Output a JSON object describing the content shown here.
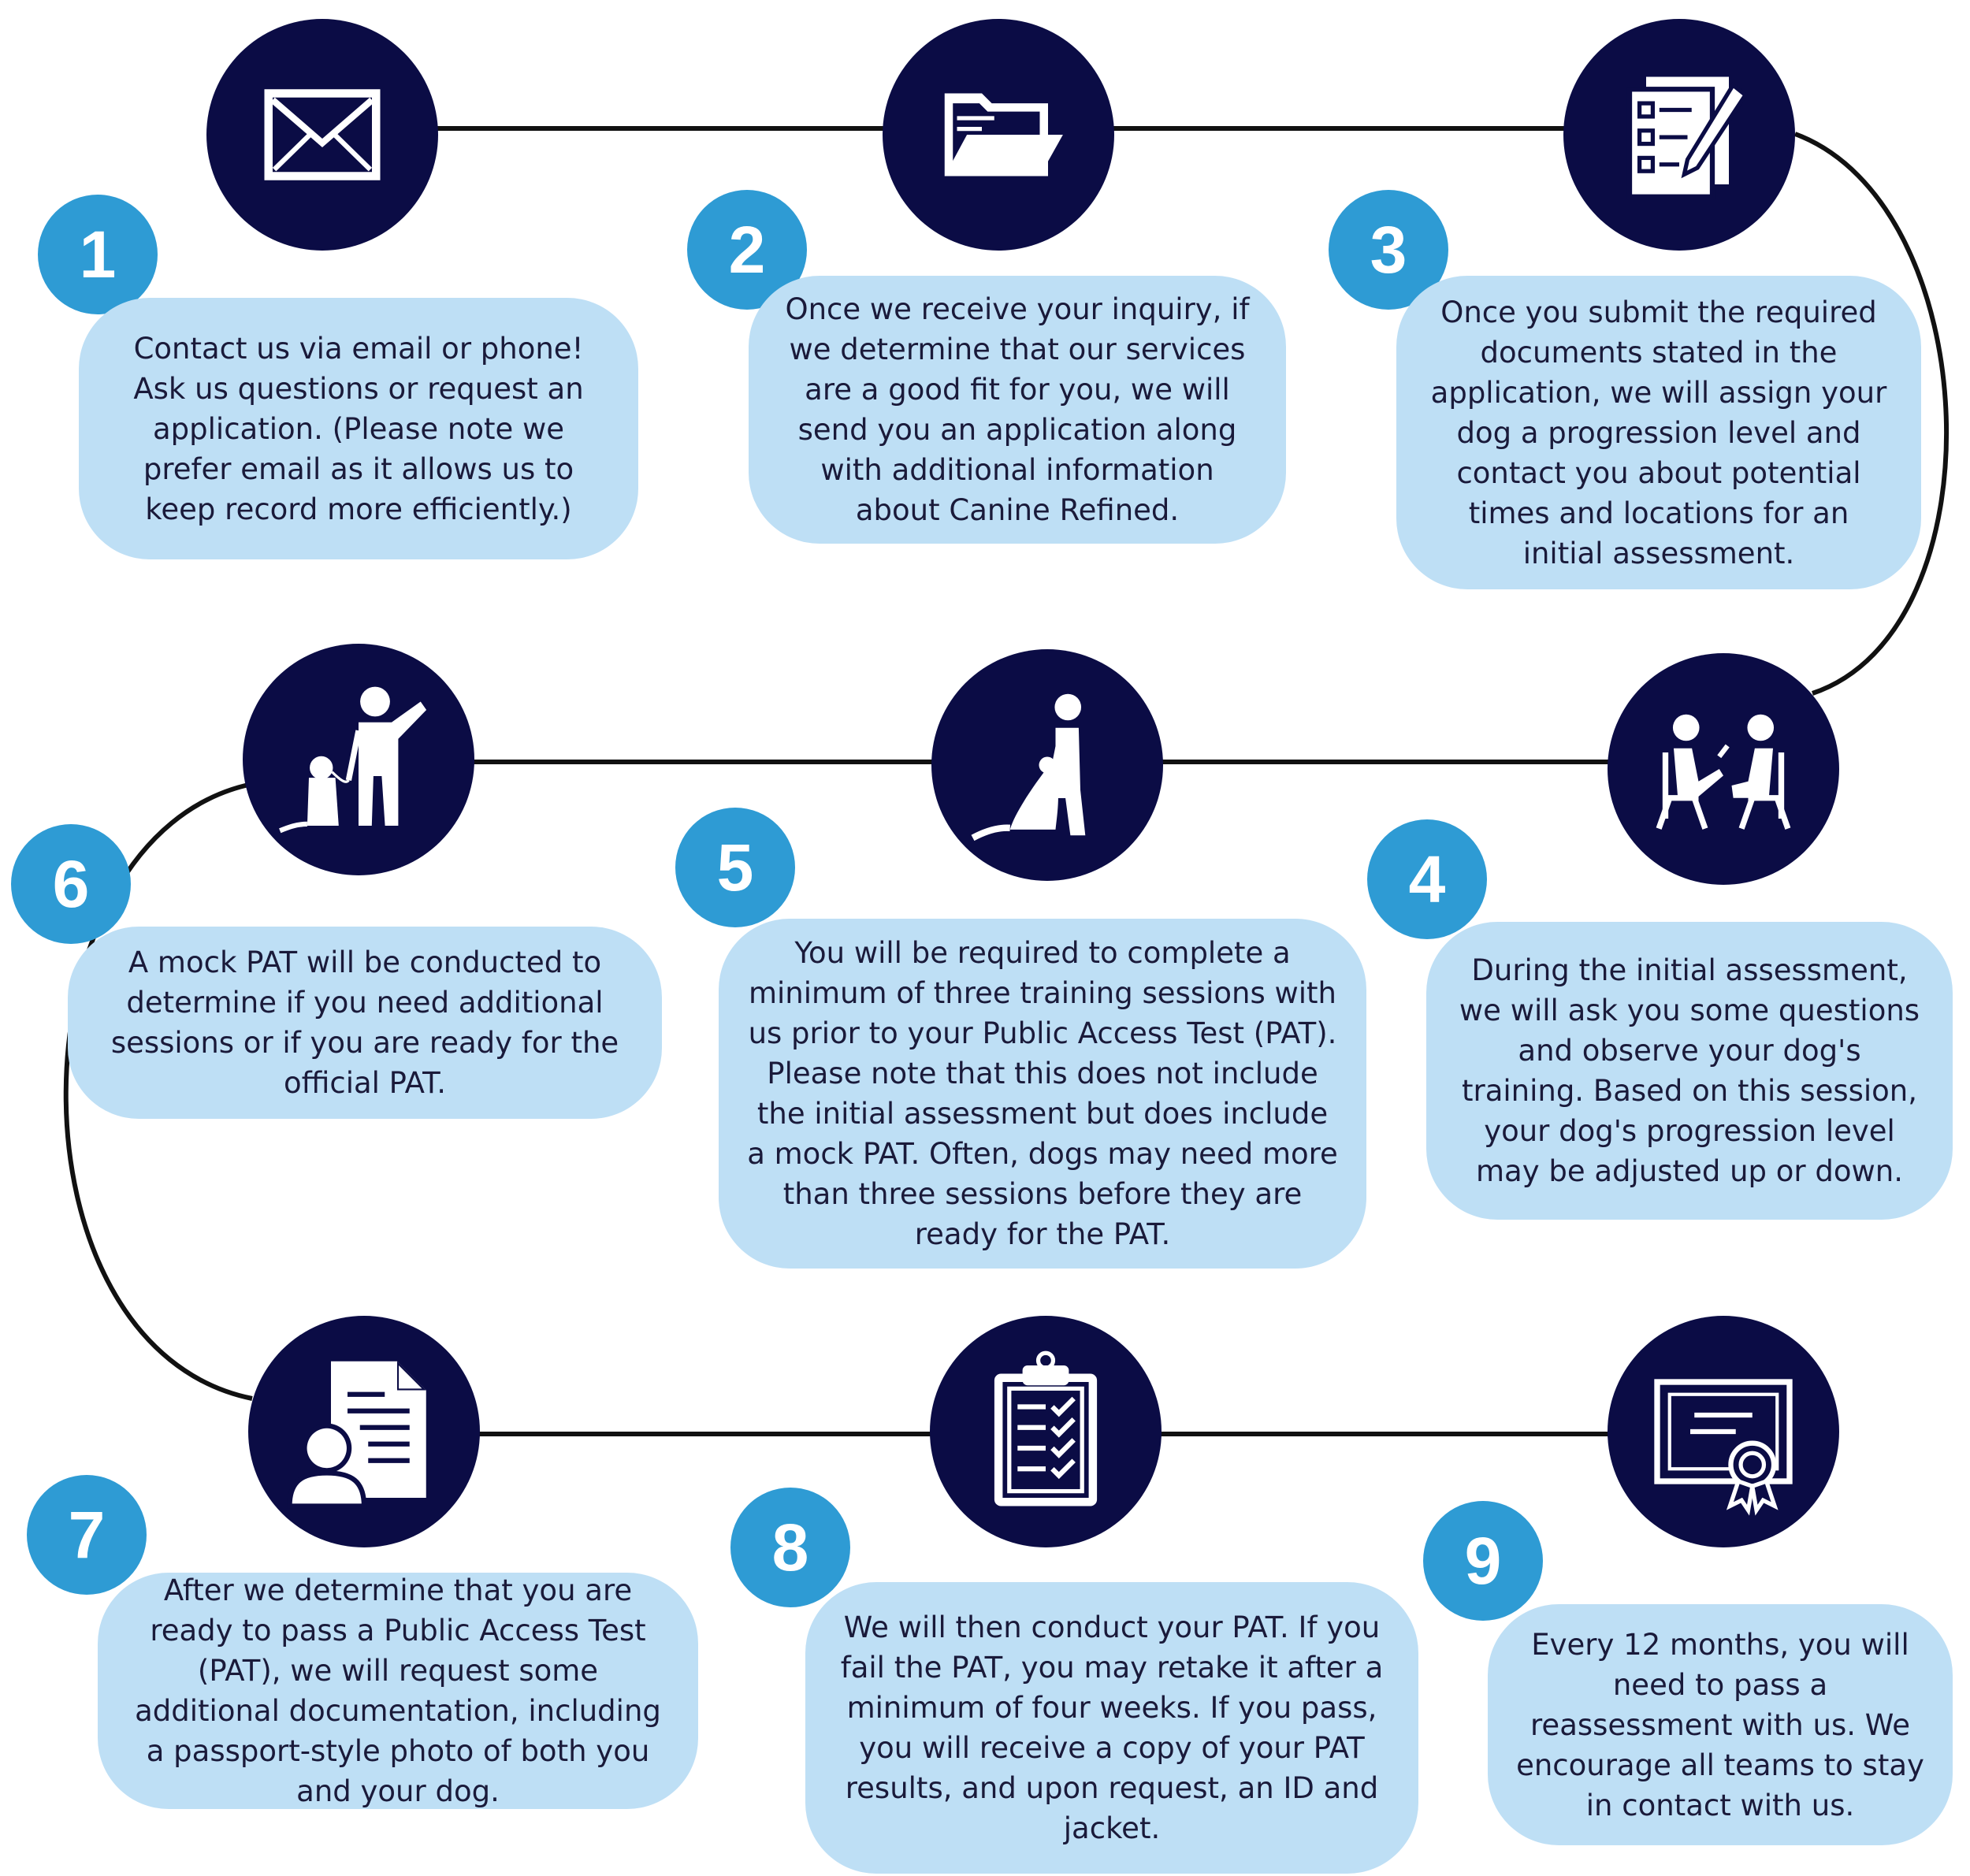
{
  "colors": {
    "icon_bg": "#0b0c45",
    "badge_bg": "#2e9bd4",
    "box_bg": "#bedff5",
    "line": "#111111"
  },
  "steps": [
    {
      "number": "1",
      "icon": "envelope-icon",
      "text": "Contact us via email or phone! Ask us questions or request an application. (Please note we prefer email as it allows us to keep record more efficiently.)"
    },
    {
      "number": "2",
      "icon": "folder-icon",
      "text": "Once we receive your inquiry, if we determine that our services are a good fit for you, we will send you an application along with additional information about Canine Refined."
    },
    {
      "number": "3",
      "icon": "checklist-pencil-icon",
      "text": "Once you submit the required documents stated in the application, we will assign your dog a progression level and contact you about potential times and locations for an initial assessment."
    },
    {
      "number": "4",
      "icon": "interview-icon",
      "text": "During the initial assessment, we will ask you some questions and observe your dog's training. Based on this session, your dog's progression level may be adjusted up or down."
    },
    {
      "number": "5",
      "icon": "dog-training-icon",
      "text": "You will be required to complete a minimum of three training sessions with us prior to your Public Access Test (PAT). Please note that this does not include the initial assessment but does include a mock PAT. Often, dogs may need more than three sessions before they are ready for the PAT."
    },
    {
      "number": "6",
      "icon": "person-with-dog-icon",
      "text": "A mock PAT will be conducted to determine if you need additional sessions or if you are ready for the official PAT."
    },
    {
      "number": "7",
      "icon": "document-person-icon",
      "text": "After we determine that you are ready to pass a Public Access Test (PAT), we will request some additional documentation, including a passport-style photo of both you and your dog."
    },
    {
      "number": "8",
      "icon": "clipboard-checklist-icon",
      "text": "We will then conduct your PAT. If you fail the PAT, you may retake it after a minimum of four weeks. If you pass, you will receive a copy of your PAT results, and upon request, an ID and jacket."
    },
    {
      "number": "9",
      "icon": "certificate-icon",
      "text": "Every 12 months, you will need to pass a reassessment with us. We encourage all teams to stay in contact with us."
    }
  ]
}
